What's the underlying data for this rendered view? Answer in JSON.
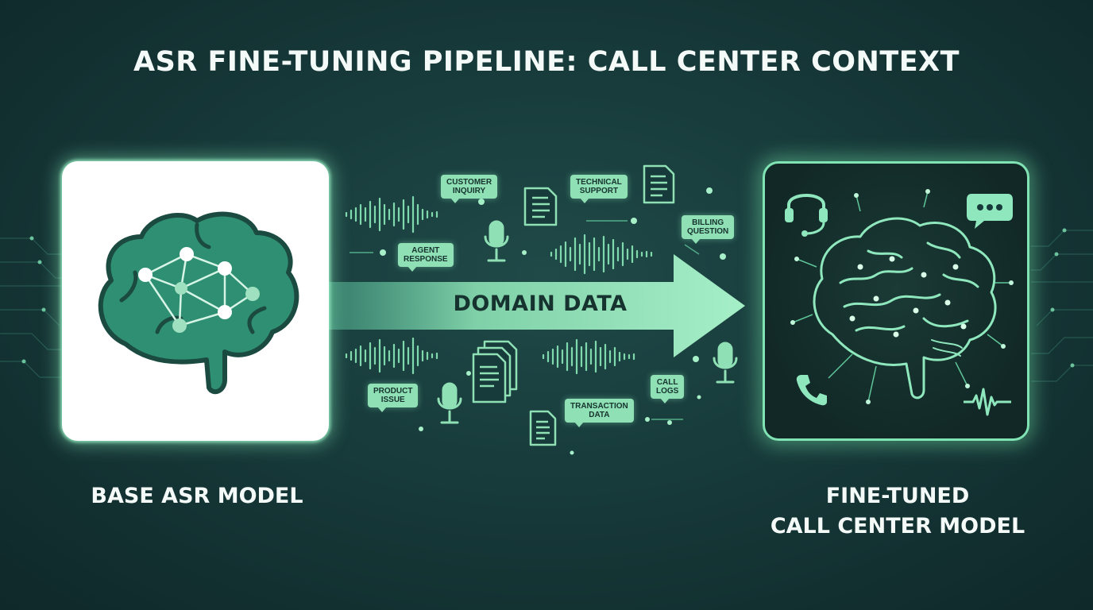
{
  "title": "ASR FINE-TUNING PIPELINE: CALL CENTER CONTEXT",
  "left_model": {
    "label": "BASE ASR MODEL",
    "icon": "brain-network-icon"
  },
  "right_model": {
    "label_line1": "FINE-TUNED",
    "label_line2": "CALL CENTER MODEL",
    "icon": "glowing-brain-icon"
  },
  "arrow": {
    "label": "DOMAIN DATA"
  },
  "tags": {
    "customer_inquiry": "CUSTOMER\nINQUIRY",
    "technical_support": "TECHNICAL\nSUPPORT",
    "billing_question": "BILLING\nQUESTION",
    "agent_response": "AGENT\nRESPONSE",
    "product_issue": "PRODUCT\nISSUE",
    "transaction_data": "TRANSACTION\nDATA",
    "call_logs": "CALL\nLOGS"
  },
  "colors": {
    "background": "#173a3a",
    "accent": "#8fe0b4",
    "brain_fill": "#2f8f73",
    "glow": "#7fe3b4"
  }
}
